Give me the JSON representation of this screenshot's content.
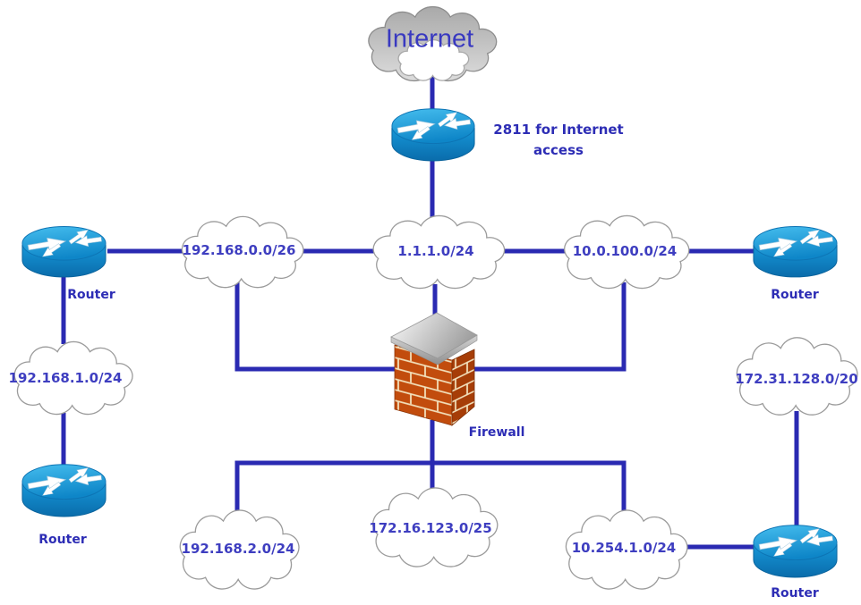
{
  "diagram": {
    "kind": "network-topology",
    "labels": {
      "internet": "Internet",
      "router_2811": "2811 for Internet access",
      "router": "Router",
      "firewall": "Firewall",
      "net_192_168_0_0_26": "192.168.0.0/26",
      "net_1_1_1_0_24": "1.1.1.0/24",
      "net_10_0_100_0_24": "10.0.100.0/24",
      "net_192_168_1_0_24": "192.168.1.0/24",
      "net_172_31_128_0_20": "172.31.128.0/20",
      "net_192_168_2_0_24": "192.168.2.0/24",
      "net_172_16_123_0_25": "172.16.123.0/25",
      "net_10_254_1_0_24": "10.254.1.0/24"
    },
    "colors": {
      "connector_blue": "#2a2ab2",
      "label_navy": "#2d2db5",
      "cloud_text_blue": "#3e3ec0",
      "cloud_outline_gray": "#9b9b9b",
      "internet_cloud_gray": "#b3b3b3",
      "router_blue": "#1194d6",
      "firewall_brick_orange": "#c24c0d",
      "firewall_slab_gray": "#c9c9c9"
    },
    "connections": [
      "Internet - 2811 router",
      "2811 router - 1.1.1.0/24",
      "Router (left) - 192.168.0.0/26",
      "192.168.0.0/26 - 1.1.1.0/24",
      "1.1.1.0/24 - 10.0.100.0/24",
      "10.0.100.0/24 - Router (right)",
      "Router (left) - 192.168.1.0/24",
      "192.168.1.0/24 - Router (bottom-left)",
      "192.168.0.0/26 - Firewall",
      "1.1.1.0/24 - Firewall",
      "10.0.100.0/24 - Firewall",
      "Firewall - 192.168.2.0/24",
      "Firewall - 172.16.123.0/25",
      "Firewall - 10.254.1.0/24",
      "10.254.1.0/24 - Router (bottom-right)",
      "172.31.128.0/20 - Router (bottom-right)"
    ]
  }
}
